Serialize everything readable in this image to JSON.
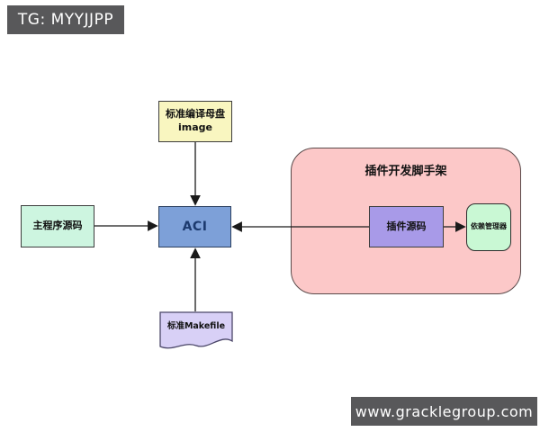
{
  "badges": {
    "top_left": "TG: MYYJJPP",
    "bottom_right": "www.gracklegroup.com"
  },
  "diagram": {
    "scaffold": {
      "title": "插件开发脚手架"
    },
    "nodes": {
      "master_image": {
        "line1": "标准编译母盘",
        "line2": "image"
      },
      "main_source": {
        "label": "主程序源码"
      },
      "aci": {
        "label": "ACI"
      },
      "plugin_source": {
        "label": "插件源码"
      },
      "dependency_manager": {
        "label": "依赖管理器"
      },
      "makefile": {
        "label": "标准Makefile"
      }
    },
    "connections": [
      {
        "from": "master_image",
        "to": "aci"
      },
      {
        "from": "main_source",
        "to": "aci"
      },
      {
        "from": "plugin_source",
        "to": "aci"
      },
      {
        "from": "makefile",
        "to": "aci"
      },
      {
        "from": "plugin_source",
        "to": "dependency_manager"
      }
    ],
    "colors": {
      "master_image_fill": "#F9F6C0",
      "main_source_fill": "#CDF5E0",
      "aci_fill": "#7DA0D8",
      "aci_text": "#1C3A6E",
      "scaffold_fill": "#FCC8C8",
      "plugin_source_fill": "#A89AE8",
      "dependency_manager_fill": "#C9F8D4",
      "makefile_fill": "#D8D0F6",
      "badge_background": "#58585A",
      "badge_text": "#FFFFFF",
      "connector": "#1A1A1A"
    }
  }
}
